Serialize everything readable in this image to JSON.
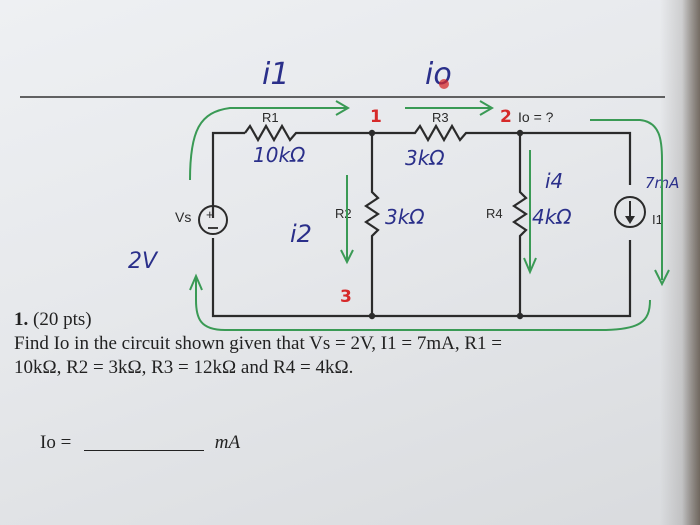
{
  "problem": {
    "number": "1.",
    "points": "(20 pts)",
    "line1": "Find Io in the circuit shown given that Vs = 2V, I1 = 7mA, R1 =",
    "line2": "10kΩ, R2 = 3kΩ, R3 = 12kΩ and R4 = 4kΩ."
  },
  "answer": {
    "label": "Io =",
    "unit": "mA"
  },
  "circuit": {
    "r1": "R1",
    "r2": "R2",
    "r3": "R3",
    "r4": "R4",
    "vs": "Vs",
    "i1": "I1",
    "io_query": "Io = ?"
  },
  "annotations": {
    "i1": "i1",
    "io": "io",
    "i2": "i2",
    "i4": "i4",
    "r1_value": "10kΩ",
    "r2_value": "3kΩ",
    "r3_value": "3kΩ",
    "r4_value": "4kΩ",
    "vs_value": "2V",
    "source_value": "7mA",
    "node1": "1",
    "node2": "2",
    "node3": "3",
    "colors": {
      "green": "#3a9a55",
      "red": "#d62a2a",
      "blue": "#2a2f8a",
      "ink": "#2b2b2b"
    }
  }
}
